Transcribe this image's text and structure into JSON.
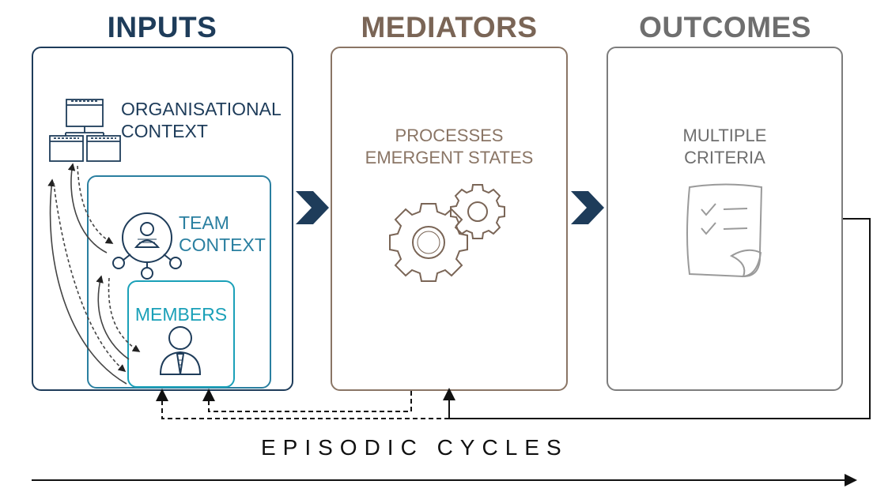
{
  "headings": {
    "inputs": "INPUTS",
    "mediators": "MEDIATORS",
    "outcomes": "OUTCOMES"
  },
  "inputs": {
    "org_context": [
      "ORGANISATIONAL",
      "CONTEXT"
    ],
    "team_context": [
      "TEAM",
      "CONTEXT"
    ],
    "members": "MEMBERS"
  },
  "mediators": {
    "label": [
      "PROCESSES",
      "EMERGENT STATES"
    ]
  },
  "outcomes": {
    "label": [
      "MULTIPLE",
      "CRITERIA"
    ]
  },
  "footer": {
    "cycles": "EPISODIC CYCLES"
  },
  "colors": {
    "inputs": "#1e3c5a",
    "mediators": "#7a6556",
    "outcomes": "#6e6e6e",
    "team": "#2a7fa0",
    "members": "#1aa0b8",
    "chevron": "#1e3c5a"
  },
  "icons": {
    "org": "org-chart-icon",
    "team": "team-network-icon",
    "member": "person-icon",
    "gears": "gears-icon",
    "checklist": "checklist-document-icon"
  }
}
